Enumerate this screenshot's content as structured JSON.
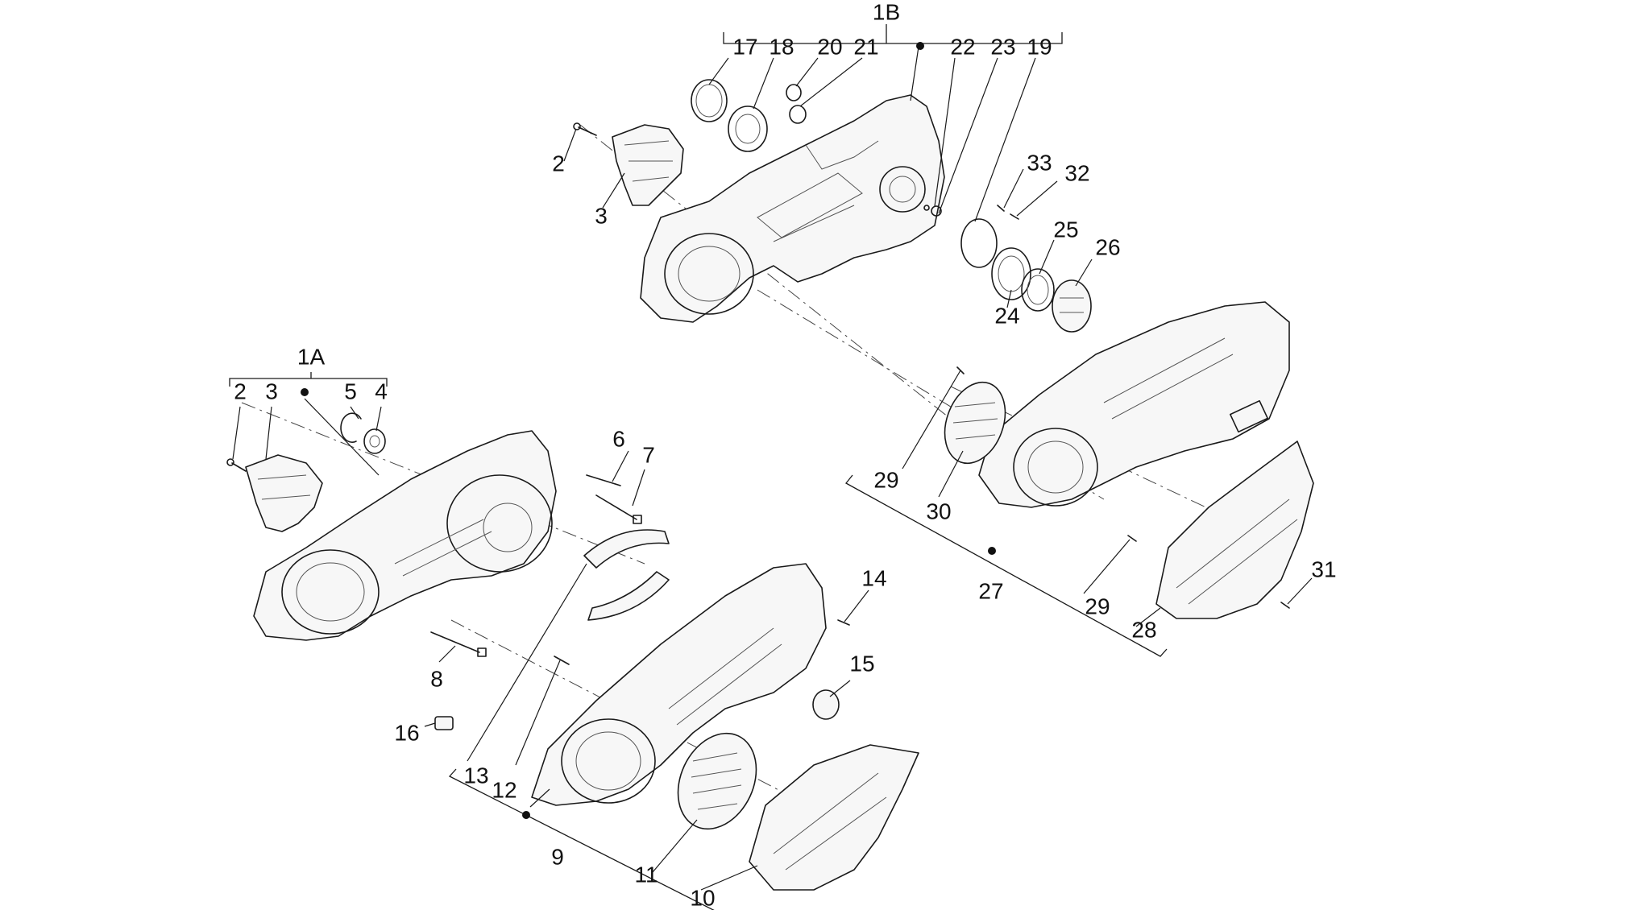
{
  "callouts": {
    "c1B": "1B",
    "c17": "17",
    "c18": "18",
    "c20": "20",
    "c21": "21",
    "c22": "22",
    "c23": "23",
    "c19": "19",
    "c2a": "2",
    "c3a": "3",
    "c33": "33",
    "c32": "32",
    "c25": "25",
    "c26": "26",
    "c24": "24",
    "c1A": "1A",
    "c2b": "2",
    "c3b": "3",
    "c5": "5",
    "c4": "4",
    "c6": "6",
    "c7": "7",
    "c8": "8",
    "c29a": "29",
    "c30": "30",
    "c27": "27",
    "c29b": "29",
    "c31": "31",
    "c28": "28",
    "c14": "14",
    "c15": "15",
    "c16": "16",
    "c13": "13",
    "c12": "12",
    "c9": "9",
    "c11": "11",
    "c10": "10"
  }
}
